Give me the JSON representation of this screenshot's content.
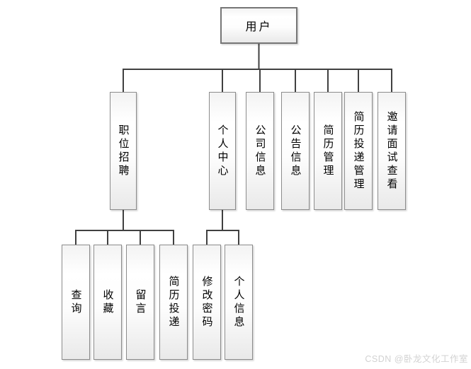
{
  "watermark": "CSDN @卧龙文化工作室",
  "diagram": {
    "root": {
      "label": "用户"
    },
    "branches": [
      {
        "label": "职位招聘",
        "children": [
          {
            "label": "查询"
          },
          {
            "label": "收藏"
          },
          {
            "label": "留言"
          },
          {
            "label": "简历投递"
          }
        ]
      },
      {
        "label": "个人中心",
        "children": [
          {
            "label": "修改密码"
          },
          {
            "label": "个人信息"
          }
        ]
      },
      {
        "label": "公司信息",
        "children": []
      },
      {
        "label": "公告信息",
        "children": []
      },
      {
        "label": "简历管理",
        "children": []
      },
      {
        "label": "简历投递管理",
        "children": []
      },
      {
        "label": "邀请面试查看",
        "children": []
      }
    ]
  }
}
